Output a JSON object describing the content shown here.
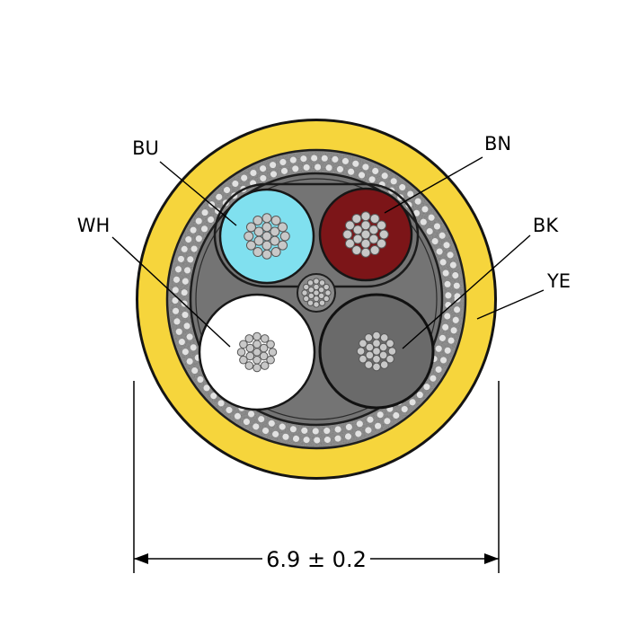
{
  "diagram": {
    "type": "cable-cross-section",
    "labels": {
      "bu": "BU",
      "bn": "BN",
      "wh": "WH",
      "bk": "BK",
      "ye": "YE"
    },
    "dimension_text": "6.9 ± 0.2",
    "colors": {
      "jacket_yellow": "#f6d53c",
      "shield_gray": "#8e8e8e",
      "core_gray": "#747474",
      "conductor_bu": "#80e0ef",
      "conductor_bn": "#7c1518",
      "conductor_wh": "#ffffff",
      "conductor_bk": "#6a6a6a",
      "filler_gray": "#8a8a8a",
      "strand_gray": "#c8c8c8",
      "braid_dot": "#e2e2e2",
      "outline_black": "#141414"
    }
  }
}
